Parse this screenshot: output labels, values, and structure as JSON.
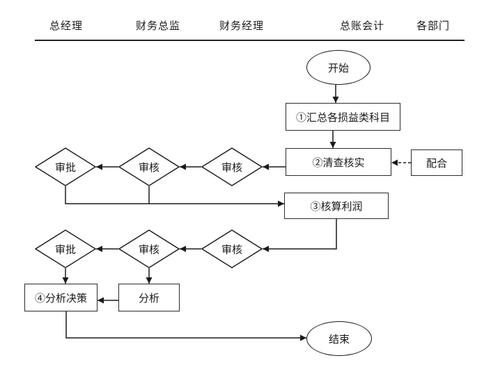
{
  "header": {
    "columns": [
      "总经理",
      "财务总监",
      "财务经理",
      "总账会计",
      "各部门"
    ]
  },
  "flowchart": {
    "start_label": "开始",
    "end_label": "结束",
    "steps": {
      "step1": "①汇总各损益类科目",
      "step2": "②清查核实",
      "coop": "配合",
      "step3": "③核算利润",
      "step4": "④分析决策",
      "analyze": "分析"
    },
    "decisions": {
      "row1": [
        "审批",
        "审核",
        "审核"
      ],
      "row2": [
        "审批",
        "审核",
        "审核"
      ]
    }
  },
  "colors": {
    "line": "#1a1a1a",
    "box_border": "#2b2b2b",
    "background": "#ffffff"
  }
}
